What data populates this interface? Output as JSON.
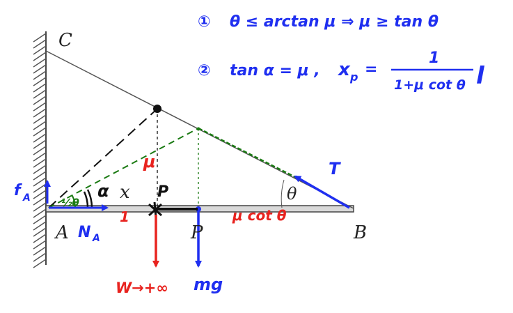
{
  "diagram": {
    "point_labels": {
      "C": "C",
      "A": "A",
      "B": "B",
      "P": "P",
      "x": "x",
      "theta": "θ"
    },
    "handwritten": {
      "condition1_num": "①",
      "condition1": "θ ≤ arctan μ ⇒ μ ≥ tan θ",
      "condition2_num": "②",
      "condition2_lhs": "tan α = μ ,",
      "condition2_x": "x",
      "condition2_sub": "p",
      "condition2_eq": "=",
      "frac_num": "1",
      "frac_den": "1+μ cot θ",
      "frac_tail": "l",
      "mu_label": "μ",
      "alpha_label": "α",
      "half_theta": "½θ",
      "P_hand": "P",
      "one_label": "1",
      "mu_cot": "μ cot θ",
      "fA": "f",
      "fA_sub": "A",
      "NA": "N",
      "NA_sub": "A",
      "T": "T",
      "W": "W→+∞",
      "mg": "mg"
    },
    "colors": {
      "blue": "#1f2ff0",
      "red": "#e8231f",
      "green": "#1a7a12",
      "black": "#111111",
      "gray": "#555555"
    }
  }
}
